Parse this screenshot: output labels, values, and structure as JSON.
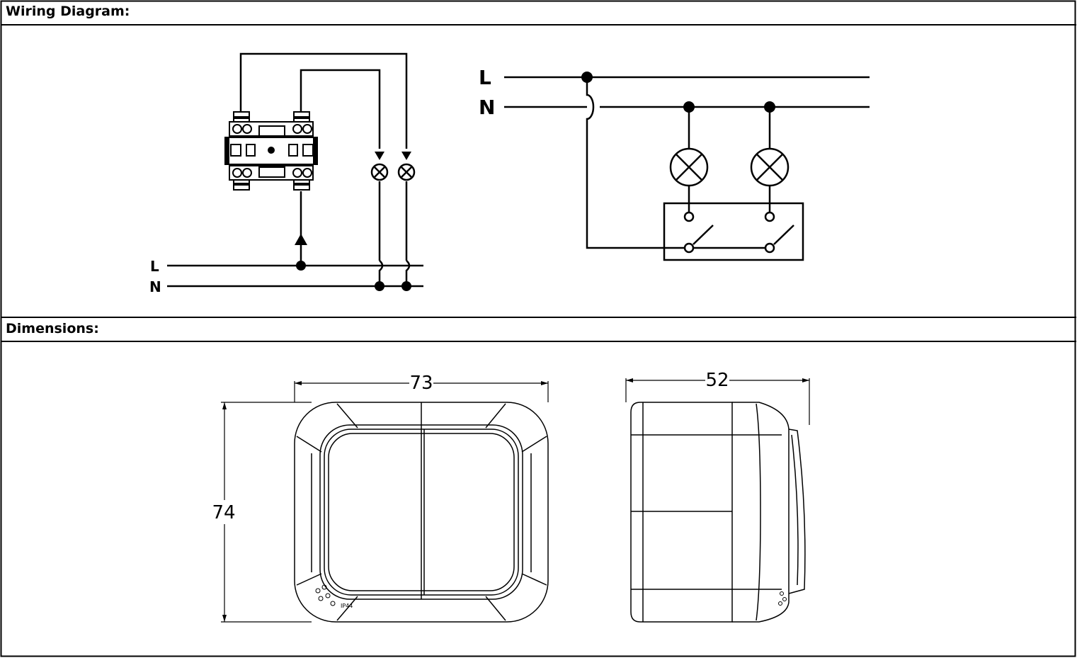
{
  "sections": {
    "wiring_title": "Wiring Diagram:",
    "dimensions_title": "Dimensions:"
  },
  "wiring": {
    "left_label_l": "L",
    "left_label_n": "N",
    "right_label_l": "L",
    "right_label_n": "N"
  },
  "dimensions": {
    "front_width": "73",
    "front_height": "74",
    "side_depth": "52",
    "ip_rating": "IP44"
  }
}
